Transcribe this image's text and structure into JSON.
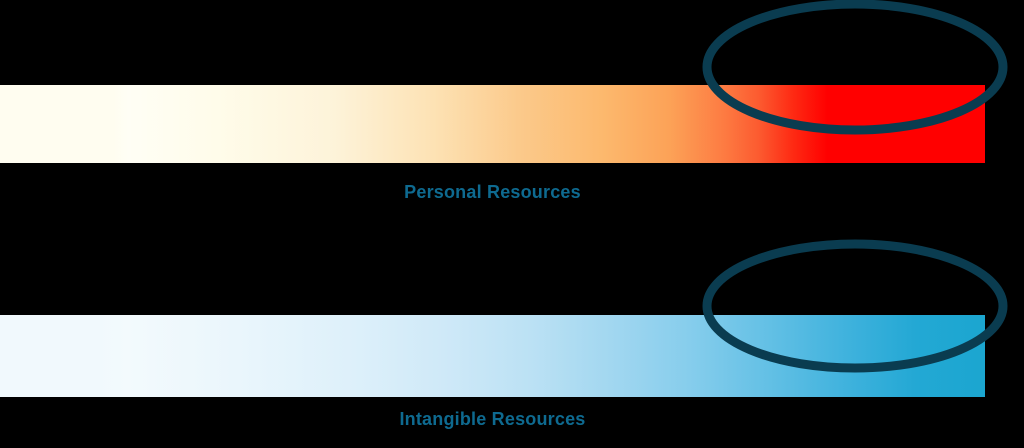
{
  "diagram": {
    "background_color": "#000000",
    "accent_color": "#0e6a90",
    "highlight_stroke_color": "#0a3c50",
    "bands": [
      {
        "id": "personal",
        "label": "Personal Resources",
        "gradient_from": "#fffdf0",
        "gradient_mid": "#fcb96e",
        "gradient_to": "#ff0000",
        "highlight_shape": "ellipse",
        "highlight_position": "right-end"
      },
      {
        "id": "intangible",
        "label": "Intangible Resources",
        "gradient_from": "#f1f9fd",
        "gradient_mid": "#a2d7f0",
        "gradient_to": "#1ba6d0",
        "highlight_shape": "ellipse",
        "highlight_position": "right-end"
      }
    ]
  }
}
